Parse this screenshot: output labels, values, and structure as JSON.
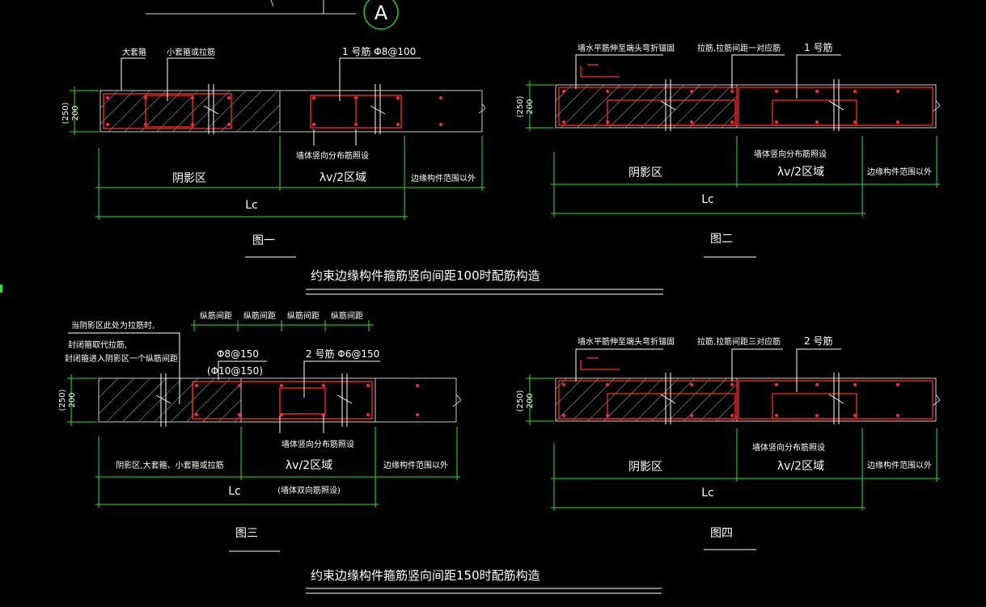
{
  "top": {
    "axis_label": "A"
  },
  "colors": {
    "background": "#000000",
    "concrete": "#c8c8c8",
    "rebar": "#ff2a2a",
    "dimension": "#33dd33",
    "text": "#ffffff"
  },
  "fig1": {
    "caption": "图一",
    "callout_big_hoop": "大套箍",
    "callout_small_hoop": "小套箍或拉筋",
    "callout_rebar": "1 号筋  Φ8@100",
    "thickness_250": "(250)",
    "thickness_200": "200",
    "wall_note": "墙体竖向分布筋照设",
    "zone_shadow": "阴影区",
    "zone_lv": "λv/2区域",
    "zone_outside": "边缘构件范围以外",
    "lc": "Lc"
  },
  "fig2": {
    "caption": "图二",
    "callout_anchor": "墙水平筋伸至端头弯折锚固",
    "callout_tie": "拉筋,拉筋间距一对应筋",
    "callout_rebar": "1 号筋",
    "thickness_250": "(250)",
    "thickness_200": "200",
    "wall_note": "墙体竖向分布筋照设",
    "zone_shadow": "阴影区",
    "zone_lv": "λv/2区域",
    "zone_outside": "边缘构件范围以外",
    "lc": "Lc"
  },
  "title1": "约束边缘构件箍筋竖向间距100时配筋构造",
  "fig3": {
    "caption": "图三",
    "spacing_labels": [
      "纵筋间距",
      "纵筋间距",
      "纵筋间距",
      "纵筋间距"
    ],
    "note_line1": "当阴影区此处为拉筋时,",
    "note_line2": "封闭箍取代拉筋,",
    "note_line3": "封闭箍进入阴影区一个纵筋间距",
    "callout_phi8": "Φ8@150",
    "callout_phi10": "(Φ10@150)",
    "callout_rebar": "2 号筋  Φ6@150",
    "thickness_250": "(250)",
    "thickness_200": "200",
    "wall_note": "墙体竖向分布筋照设",
    "zone_shadow": "阴影区,大套箍、小套箍或拉筋",
    "zone_lv": "λv/2区域",
    "zone_outside": "边缘构件范围以外",
    "lc": "Lc",
    "lc_note": "(墙体双向筋照设)"
  },
  "fig4": {
    "caption": "图四",
    "callout_anchor": "墙水平筋伸至端头弯折锚固",
    "callout_tie": "拉筋,拉筋间距三对应筋",
    "callout_rebar": "2 号筋",
    "thickness_250": "(250)",
    "thickness_200": "200",
    "wall_note": "墙体竖向分布筋照设",
    "zone_shadow": "阴影区",
    "zone_lv": "λv/2区域",
    "zone_outside": "边缘构件范围以外",
    "lc": "Lc"
  },
  "title2": "约束边缘构件箍筋竖向间距150时配筋构造"
}
